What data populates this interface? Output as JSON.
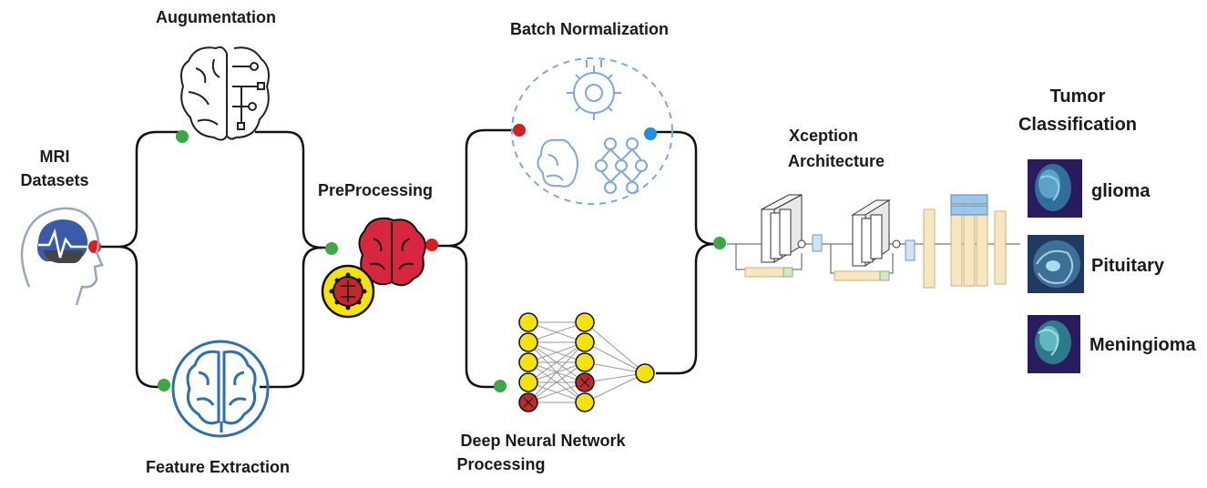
{
  "labels": {
    "mri_line1": "MRI",
    "mri_line2": "Datasets",
    "augmentation": "Augumentation",
    "feature_extraction": "Feature Extraction",
    "preprocessing": "PreProcessing",
    "batch_normalization": "Batch Normalization",
    "dnn_line1": "Deep Neural Network",
    "dnn_line2": "Processing",
    "xception_line1": "Xception",
    "xception_line2": "Architecture",
    "tumor_line1": "Tumor",
    "tumor_line2": "Classification"
  },
  "classes": [
    "glioma",
    "Pituitary",
    "Meningioma"
  ],
  "colors": {
    "dot_red": "#d42020",
    "dot_green": "#3aa845",
    "dot_blue": "#1e90e0",
    "brain_red": "#d7263d",
    "node_yellow": "#f4e30a",
    "node_red": "#c0282d",
    "mri_blue": "#3a5ba9",
    "mri_bg": "#3a1a6e",
    "batchnorm_blue": "#7fa8e0",
    "feature_blue": "#2f6fb0"
  },
  "icons": {
    "mri": "head-brain-scan-icon",
    "augmentation": "circuit-brain-icon",
    "feature_extraction": "brain-outline-icon",
    "preprocessing": "brain-and-virus-icon",
    "batch_normalization": "gear-brain-network-icon",
    "dnn": "neural-network-icon",
    "xception": "architecture-blocks-icon"
  }
}
